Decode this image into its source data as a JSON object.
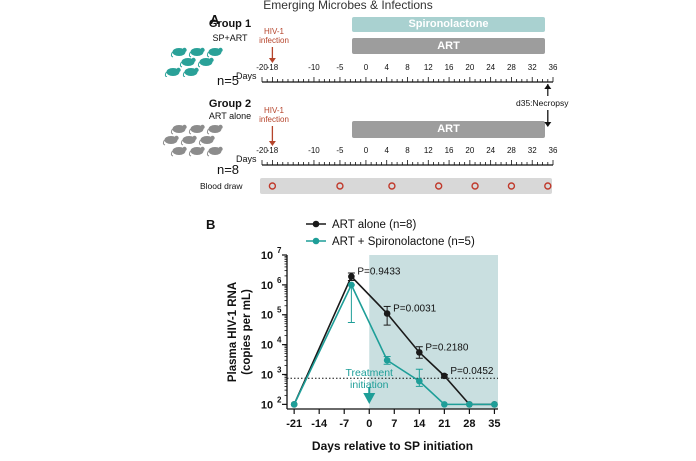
{
  "header": {
    "journal": "Emerging Microbes & Infections"
  },
  "panel_a": {
    "letter": "A",
    "group1": {
      "title": "Group 1",
      "subtitle": "SP+ART",
      "n": "n=5"
    },
    "group2": {
      "title": "Group 2",
      "subtitle": "ART alone",
      "n": "n=8"
    },
    "hiv_label_line1": "HIV-1",
    "hiv_label_line2": "infection",
    "spironolactone_bar": "Spironolactone",
    "art_bar": "ART",
    "days_label": "Days",
    "day_ticks": [
      "-20",
      "-18",
      "-10",
      "-5",
      "0",
      "4",
      "8",
      "12",
      "16",
      "20",
      "24",
      "28",
      "32",
      "36"
    ],
    "necropsy_label": "d35:Necropsy",
    "blood_draw_label": "Blood draw",
    "blood_draw_days": [
      -18,
      -5,
      5,
      14,
      21,
      28,
      35
    ],
    "colors": {
      "teal": "#2aa198",
      "gray_mouse": "#8c8c8c",
      "infection_red": "#b5442b",
      "sp_bar": "#a9d1d0",
      "art_bar": "#9d9d9d"
    }
  },
  "panel_b": {
    "letter": "B"
  },
  "chart_data": {
    "type": "line",
    "xlabel": "Days relative to SP initiation",
    "ylabel_line1": "Plasma HIV-1 RNA",
    "ylabel_line2": "(copies per mL)",
    "x_ticks": [
      -21,
      -14,
      -7,
      0,
      7,
      14,
      21,
      28,
      35
    ],
    "xlim": [
      -23,
      36
    ],
    "y_scale": "log",
    "ylim": [
      70,
      10000000
    ],
    "y_tick_values": [
      100,
      1000,
      10000,
      100000,
      1000000,
      10000000
    ],
    "y_tick_exponents": [
      "2",
      "3",
      "4",
      "5",
      "6",
      "7"
    ],
    "y_tick_base": "10",
    "shaded_region_start": 0,
    "limit_of_detection": 750,
    "legend_position": "top",
    "series": [
      {
        "name": "ART alone (n=8)",
        "color": "#1a1a1a",
        "x": [
          -21,
          -5,
          5,
          14,
          21,
          28,
          35
        ],
        "y": [
          100,
          1900000,
          110000,
          5500,
          900,
          100,
          100
        ],
        "err_upper": [
          100,
          2500000,
          190000,
          8500,
          1000,
          100,
          100
        ],
        "err_lower": [
          100,
          1400000,
          45000,
          3500,
          800,
          100,
          100
        ]
      },
      {
        "name": "ART + Spironolactone (n=5)",
        "color": "#1e9e98",
        "x": [
          -21,
          -5,
          5,
          14,
          21,
          28,
          35
        ],
        "y": [
          100,
          1000000,
          3000,
          600,
          100,
          100,
          100
        ],
        "err_upper": [
          100,
          1000000,
          4000,
          1500,
          100,
          100,
          100
        ],
        "err_lower": [
          100,
          55000,
          2200,
          400,
          100,
          100,
          100
        ]
      }
    ],
    "p_values": [
      {
        "x": -5,
        "text": "P=0.9433"
      },
      {
        "x": 5,
        "text": "P=0.0031"
      },
      {
        "x": 14,
        "text": "P=0.2180"
      },
      {
        "x": 21,
        "text": "P=0.0452"
      }
    ],
    "annotation_line1": "Treatment",
    "annotation_line2": "initiation"
  }
}
